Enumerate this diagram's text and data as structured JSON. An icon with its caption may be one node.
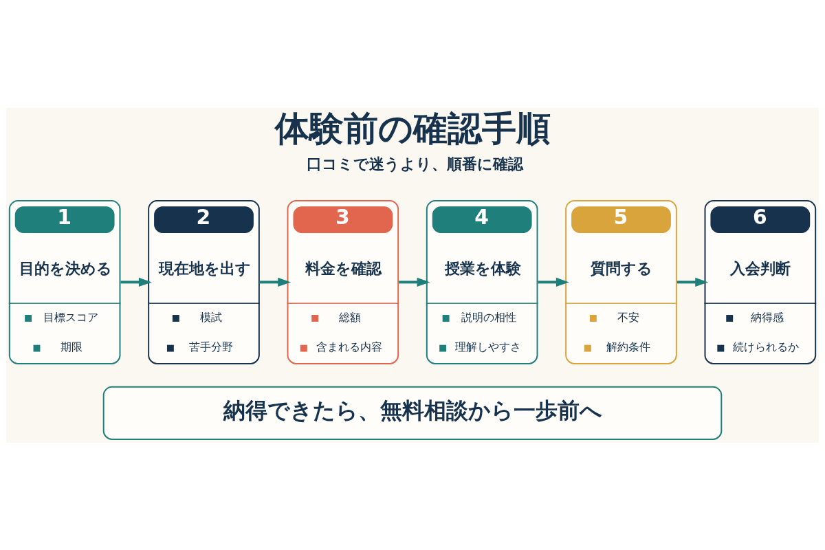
{
  "diagram": {
    "title": "体験前の確認手順",
    "nodes": [
      {
        "text": [
          "1",
          "目的を決める",
          "目標スコア",
          "期限"
        ]
      },
      {
        "text": [
          "2",
          "現在地を出す",
          "模試",
          "苦手分野"
        ]
      },
      {
        "text": [
          "3",
          "料金を確認",
          "総額",
          "含まれる内容"
        ]
      },
      {
        "text": [
          "4",
          "授業を体験",
          "説明の相性",
          "理解しやすさ"
        ]
      },
      {
        "text": [
          "5",
          "質問する",
          "不安",
          "解約条件"
        ]
      },
      {
        "text": [
          "6",
          "入会判断",
          "納得感",
          "続けられるか"
        ]
      },
      {
        "text": [
          "納得できたら、無料相談から一歩前へ"
        ]
      }
    ],
    "edges": [
      {
        "from": 0,
        "to": 1,
        "arrow": "to"
      },
      {
        "from": 1,
        "to": 2,
        "arrow": "to"
      },
      {
        "from": 2,
        "to": 3,
        "arrow": "to"
      },
      {
        "from": 3,
        "to": 4,
        "arrow": "to"
      },
      {
        "from": 4,
        "to": 5,
        "arrow": "to"
      }
    ],
    "labels": [
      "口コミで迷うより、順番に確認"
    ]
  }
}
